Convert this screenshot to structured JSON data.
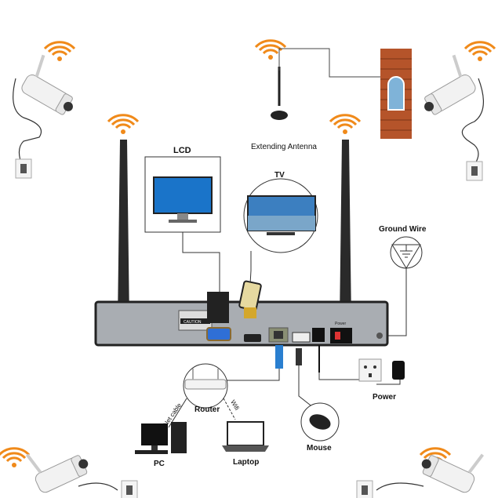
{
  "labels": {
    "lcd": "LCD",
    "extending_antenna": "Extending Antenna",
    "tv": "TV",
    "ground_wire": "Ground Wire",
    "router": "Router",
    "net_cable": "Net cable",
    "wifi": "Wifi",
    "pc": "PC",
    "laptop": "Laptop",
    "mouse": "Mouse",
    "power": "Power",
    "caution": "CAUTION",
    "power_switch": "Power"
  },
  "colors": {
    "wifi_signal": "#f08a1a",
    "nvr_panel": "#a9adb2",
    "vga_port": "#2f6fd6",
    "brick": "#b5542a",
    "screen": "#1a74c9"
  }
}
